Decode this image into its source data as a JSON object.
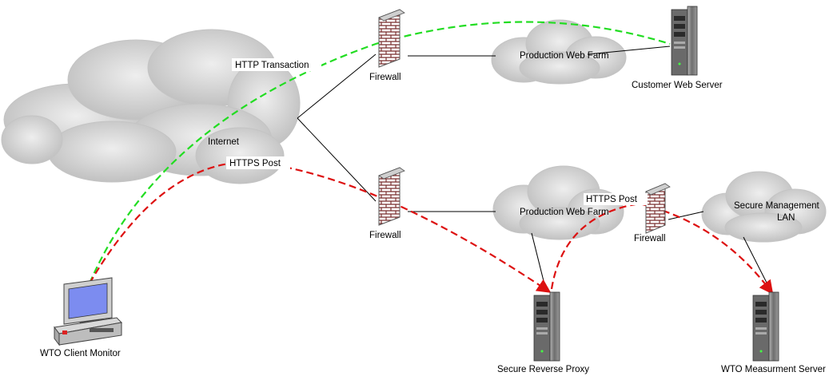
{
  "labels": {
    "internet": "Internet",
    "http_transaction": "HTTP Transaction",
    "https_post_client": "HTTPS Post",
    "https_post_proxy": "HTTPS Post",
    "firewall_top": "Firewall",
    "firewall_mid": "Firewall",
    "firewall_right": "Firewall",
    "prod_farm_top": "Production Web Farm",
    "prod_farm_bottom": "Production Web Farm",
    "secure_mgmt_line1": "Secure Management",
    "secure_mgmt_line2": "LAN",
    "customer_web_server": "Customer Web Server",
    "secure_reverse_proxy": "Secure Reverse Proxy",
    "wto_measurement_server": "WTO Measurment Server",
    "wto_client_monitor": "WTO Client Monitor"
  },
  "colors": {
    "http_flow": "#22dd22",
    "https_flow": "#dd1111",
    "cloud_fill": "#d4d4d4",
    "firewall_brick": "#8b3a3a",
    "server_body": "#8c8c8c"
  },
  "icons": {
    "firewall": "brick-wall-icon",
    "server": "tower-server-icon",
    "client": "desktop-computer-icon",
    "cloud": "cloud-icon"
  }
}
